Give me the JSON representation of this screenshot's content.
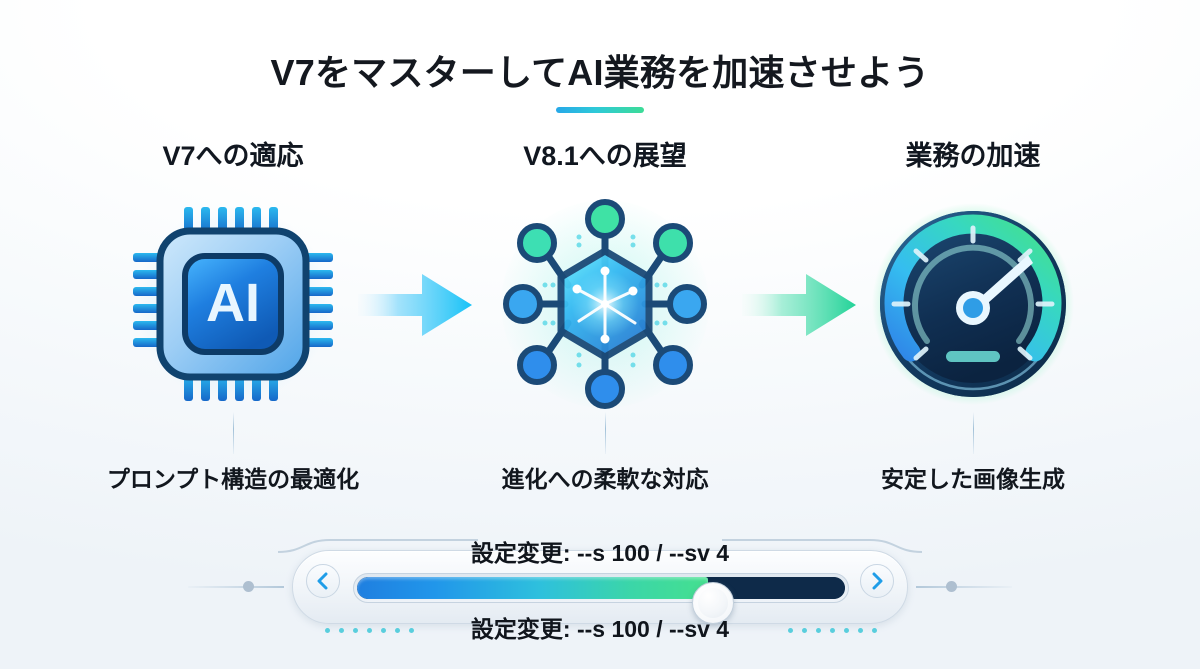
{
  "page": {
    "title": "V7をマスターしてAI業務を加速させよう",
    "background_top": "#ffffff",
    "background_bottom": "#eef3f8",
    "accent_cyan": "#2ec9d8",
    "accent_green": "#3ddc97",
    "accent_blue": "#1f7fe0"
  },
  "columns": [
    {
      "heading": "V7への適応",
      "icon": "ai-chip-icon",
      "icon_label": "AI",
      "caption": "プロンプト構造の最適化"
    },
    {
      "heading": "V8.1への展望",
      "icon": "network-hexagon-icon",
      "icon_label": "",
      "caption": "進化への柔軟な対応"
    },
    {
      "heading": "業務の加速",
      "icon": "speedometer-gauge-icon",
      "icon_label": "",
      "caption": "安定した画像生成"
    }
  ],
  "arrows": [
    {
      "name": "arrow-1",
      "from": "V7への適応",
      "to": "V8.1への展望",
      "color_start": "#cfeffb",
      "color_end": "#22c6f5"
    },
    {
      "name": "arrow-2",
      "from": "V8.1への展望",
      "to": "業務の加速",
      "color_start": "#d9f6ec",
      "color_end": "#2fd79a"
    }
  ],
  "slider": {
    "label_top": "設定変更: --s 100 / --sv 4",
    "label_bottom": "設定変更: --s 100 / --sv 4",
    "prev_glyph": "‹",
    "next_glyph": "›",
    "fill_percent": 72,
    "fill_start_color": "#1f7fe0",
    "fill_end_color": "#45e08f",
    "rest_color": "#0e2a49",
    "dot_count_left": 7,
    "dot_count_right": 7
  }
}
